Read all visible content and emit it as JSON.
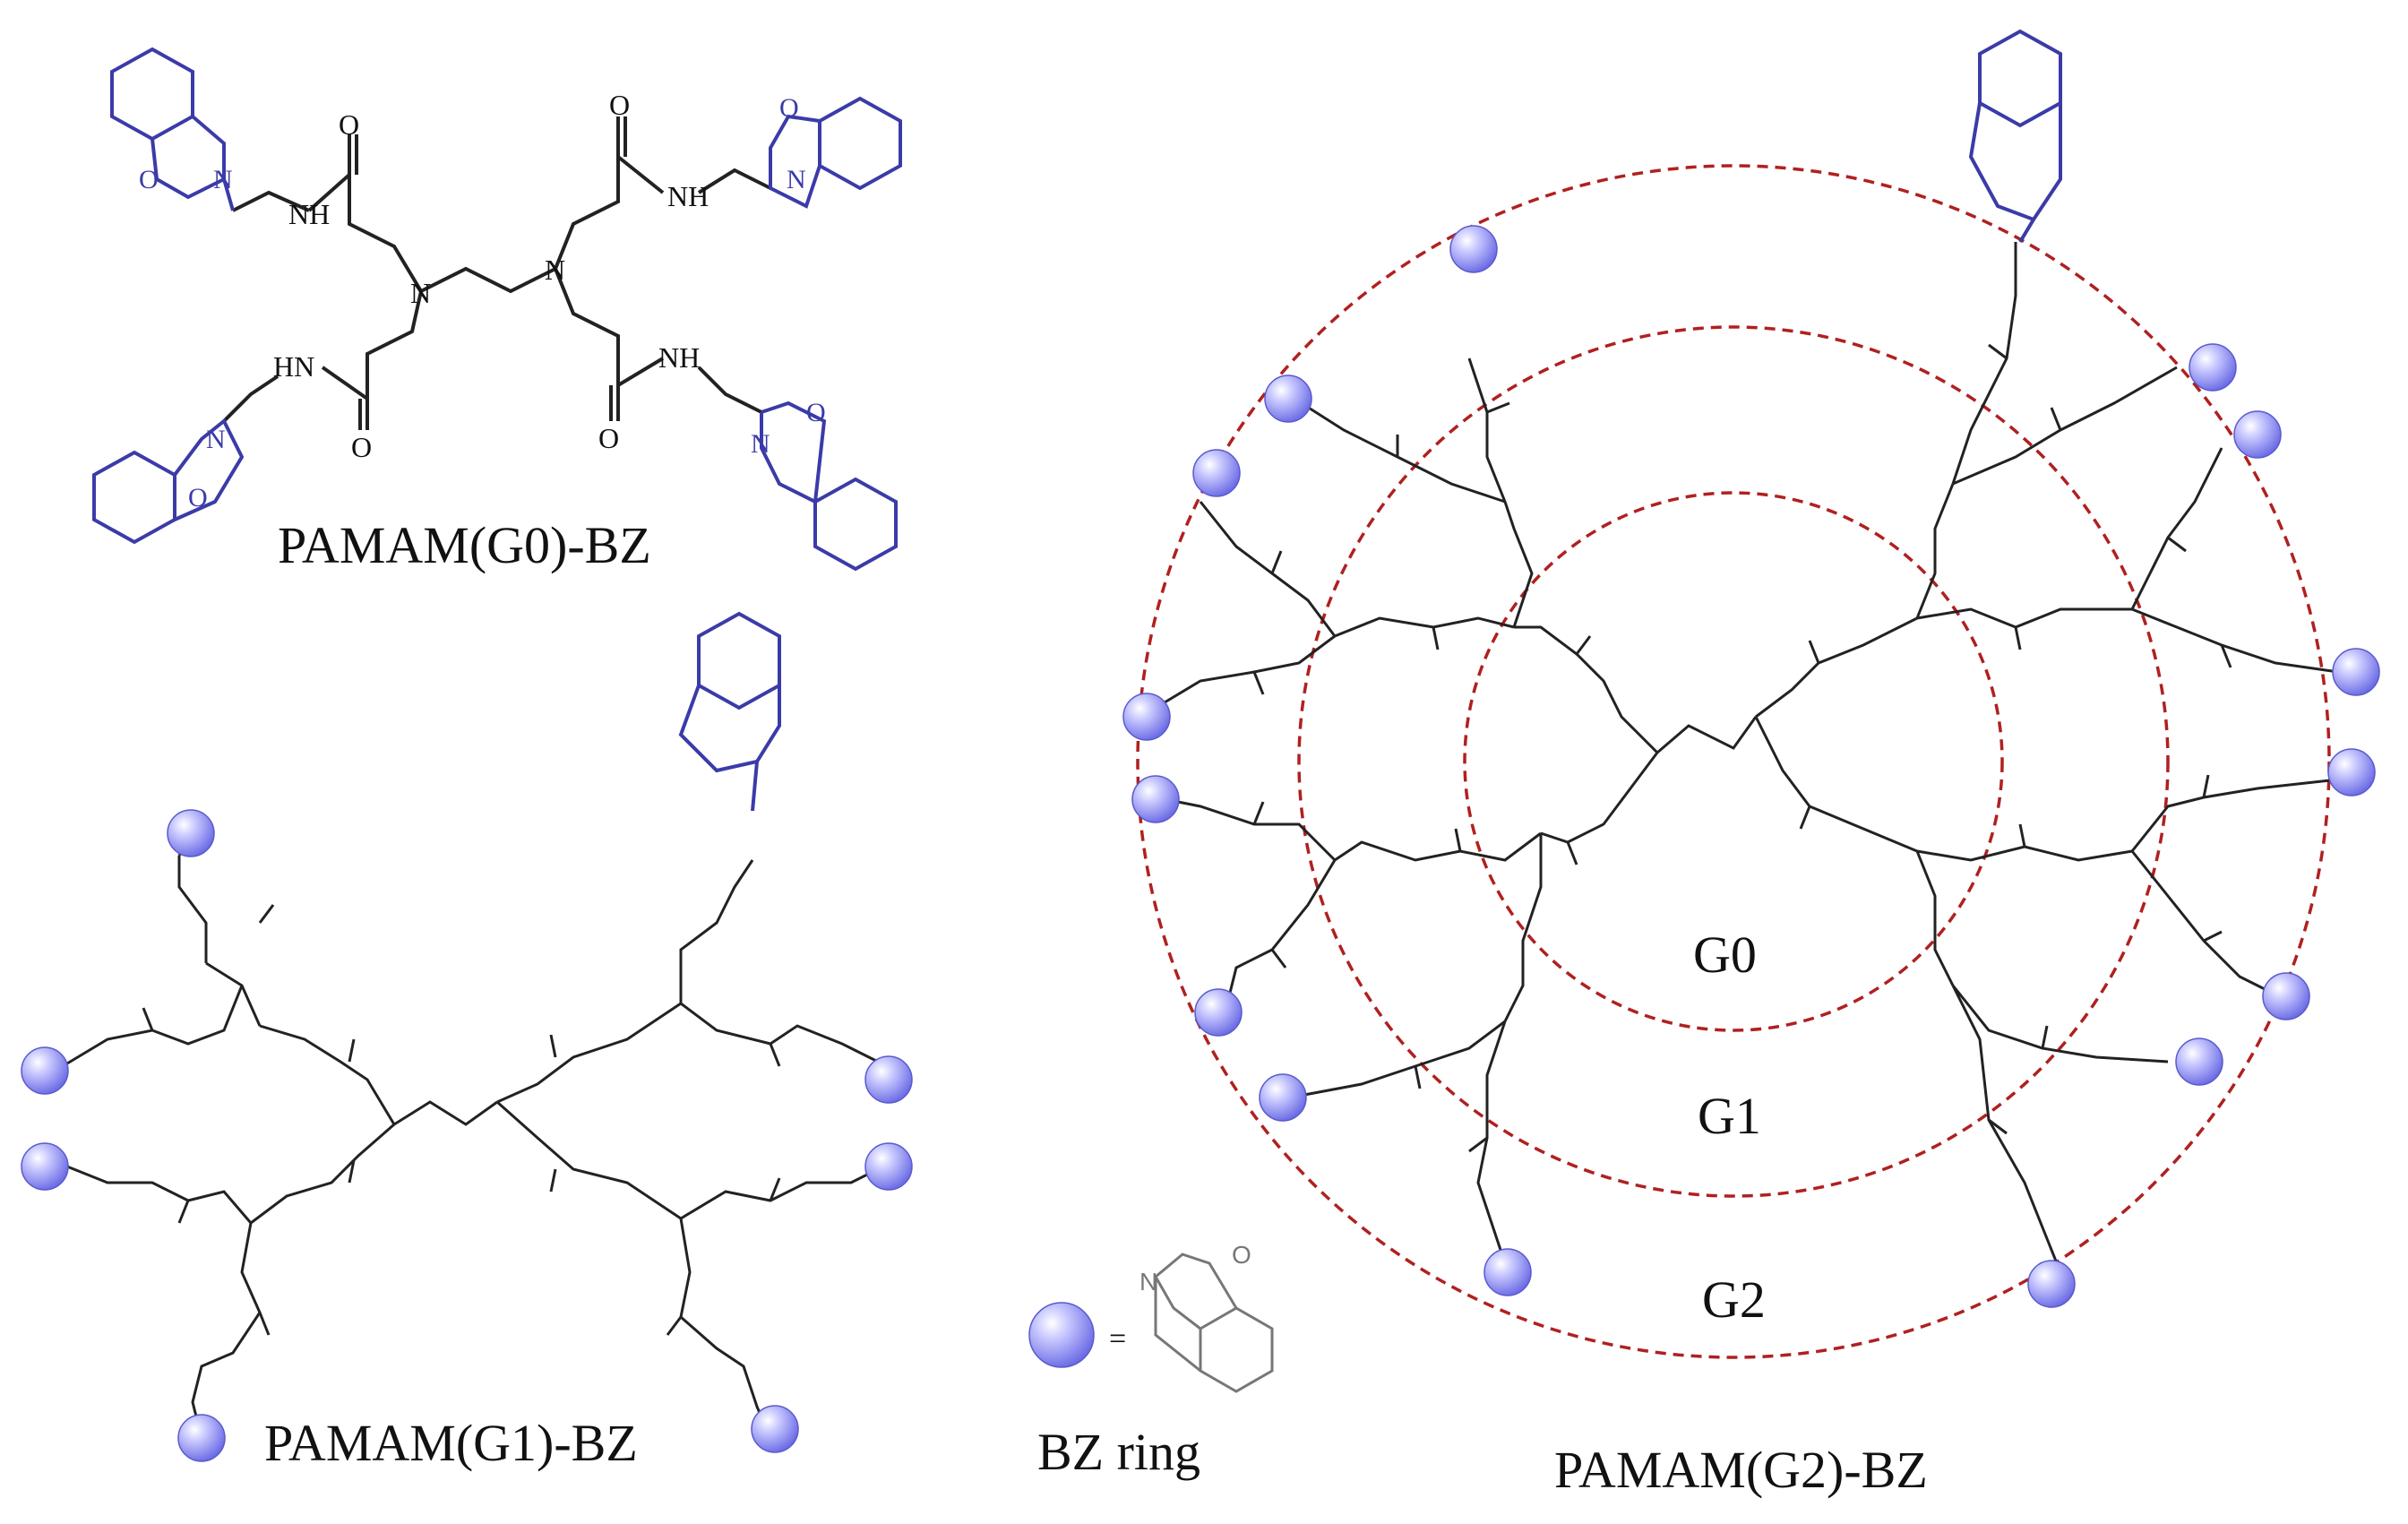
{
  "captions": {
    "g0": "PAMAM(G0)-BZ",
    "g1": "PAMAM(G1)-BZ",
    "g2": "PAMAM(G2)-BZ",
    "bz": "BZ ring"
  },
  "rings": {
    "inner": "G0",
    "middle": "G1",
    "outer": "G2"
  },
  "legend": {
    "equals": "="
  },
  "atoms": {
    "nitrogen": "N",
    "oxygen": "O",
    "amide": "NH",
    "amide_stack": "H",
    "amide_alt": "HN"
  },
  "colors": {
    "bond": "#222222",
    "bz_fragment": "#3b3ba8",
    "sphere": "#8f8ff0",
    "ring_dashed": "#b02020",
    "legend_ring": "#777777"
  }
}
